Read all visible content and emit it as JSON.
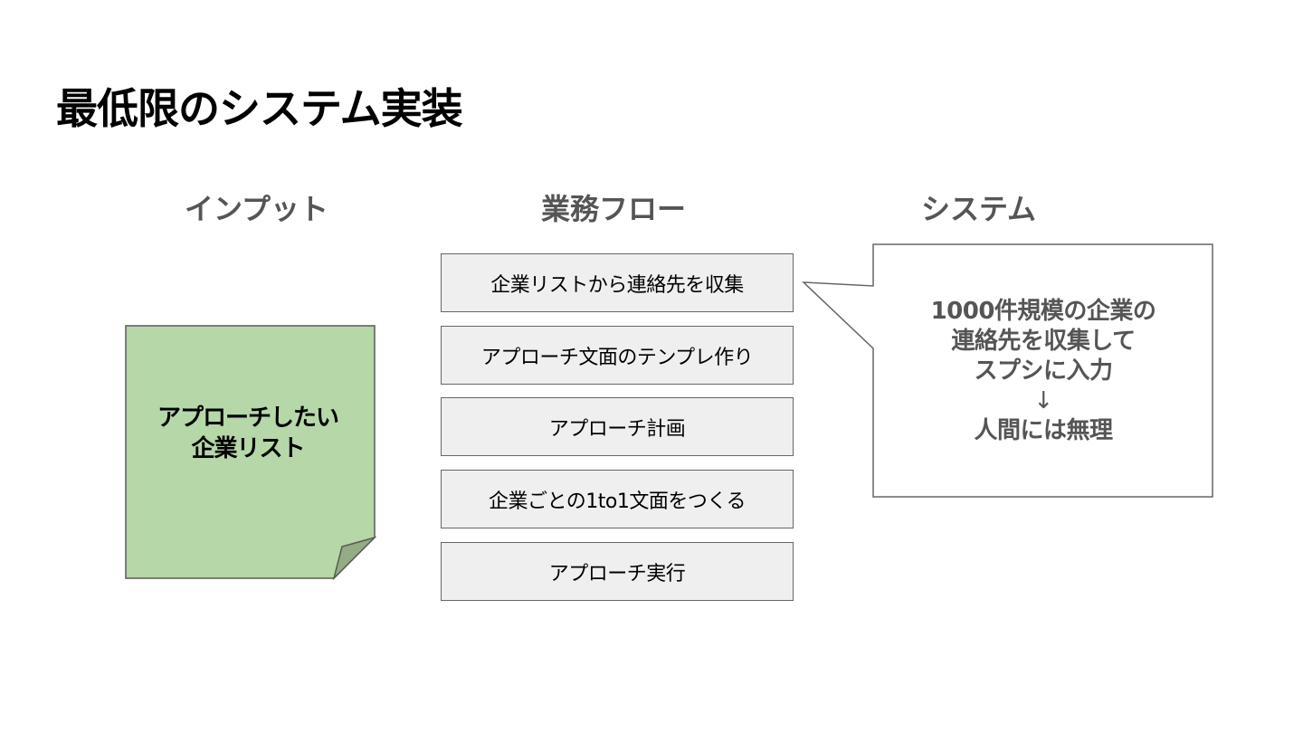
{
  "title": "最低限のシステム実装",
  "columns": {
    "input": "インプット",
    "flow": "業務フロー",
    "system": "システム"
  },
  "note": {
    "lines": [
      "アプローチしたい",
      "企業リスト"
    ],
    "fill_color": "#b6d7a8",
    "fold_color": "#93ac86"
  },
  "flow_steps": [
    "企業リストから連絡先を収集",
    "アプローチ文面のテンプレ作り",
    "アプローチ計画",
    "企業ごとの1to1文面をつくる",
    "アプローチ実行"
  ],
  "callout": {
    "lines": [
      "1000件規模の企業の",
      "連絡先を収集して",
      "スプシに入力",
      "↓",
      "人間には無理"
    ]
  }
}
